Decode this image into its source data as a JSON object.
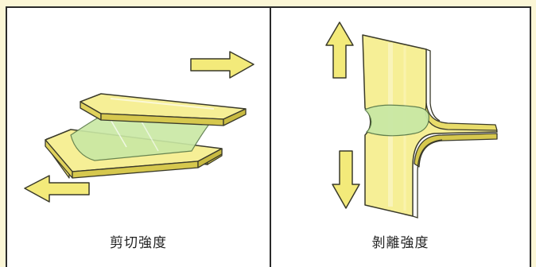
{
  "panels": [
    {
      "id": "shear",
      "label": "剪切強度"
    },
    {
      "id": "peel",
      "label": "剝離強度"
    }
  ],
  "colors": {
    "background": "#fbf6d6",
    "border": "#2a2a2a",
    "arrow_fill": "#f3ea7a",
    "adherend_fill": "#f4ec8e",
    "adhesive_fill": "#c9e8a4"
  },
  "icons": {
    "shear_arrow_right": "arrow-right-icon",
    "shear_arrow_left": "arrow-left-icon",
    "peel_arrow_up": "arrow-up-icon",
    "peel_arrow_down": "arrow-down-icon"
  }
}
